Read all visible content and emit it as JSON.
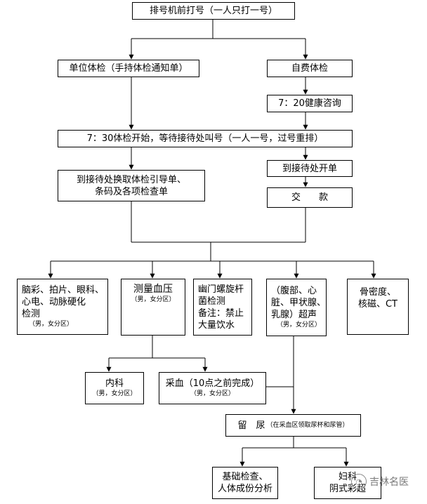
{
  "nodes": {
    "queue": {
      "text": "排号机前打号（一人只打一号）"
    },
    "unit_exam": {
      "text": "单位体检（手持体检通知单）"
    },
    "self_exam": {
      "text": "自费体检"
    },
    "consult": {
      "text": "7：20健康咨询"
    },
    "start": {
      "text": "7：30体检开始，等待接待处叫号（一人一号，过号重排）"
    },
    "get_forms": {
      "text": "到接待处换取体检引导单、\n条码及各项检查单"
    },
    "open_order": {
      "text": "到接待处开单"
    },
    "pay": {
      "text": "交　　款"
    },
    "brain": {
      "text": "脑彩、拍片、眼科、\n心电、动脉硬化\n检测",
      "note": "（男，女分区）"
    },
    "bp": {
      "text": "测量血压",
      "note": "（男，女分区）"
    },
    "hp": {
      "text": "幽门螺旋杆\n菌检测\n备注：禁止\n大量饮水"
    },
    "ultra": {
      "text": "（腹部、心\n脏、甲状腺、\n乳腺）超声",
      "note": "（男，女分区）"
    },
    "bone": {
      "text": "骨密度、\n核磁、CT"
    },
    "internal": {
      "text": "内科",
      "note": "（男，女分区）"
    },
    "blood": {
      "text": "采血（10点之前完成）",
      "note": "（男，女分区）"
    },
    "urine": {
      "text": "留　尿",
      "note": "（在采血区领取尿杯和尿管）"
    },
    "basic": {
      "text": "基础检查、\n人体成份分析"
    },
    "gyn": {
      "text": "妇科\n阴式彩超"
    }
  },
  "watermark": {
    "icon": "wechat-icon",
    "text": "吉林名医"
  }
}
